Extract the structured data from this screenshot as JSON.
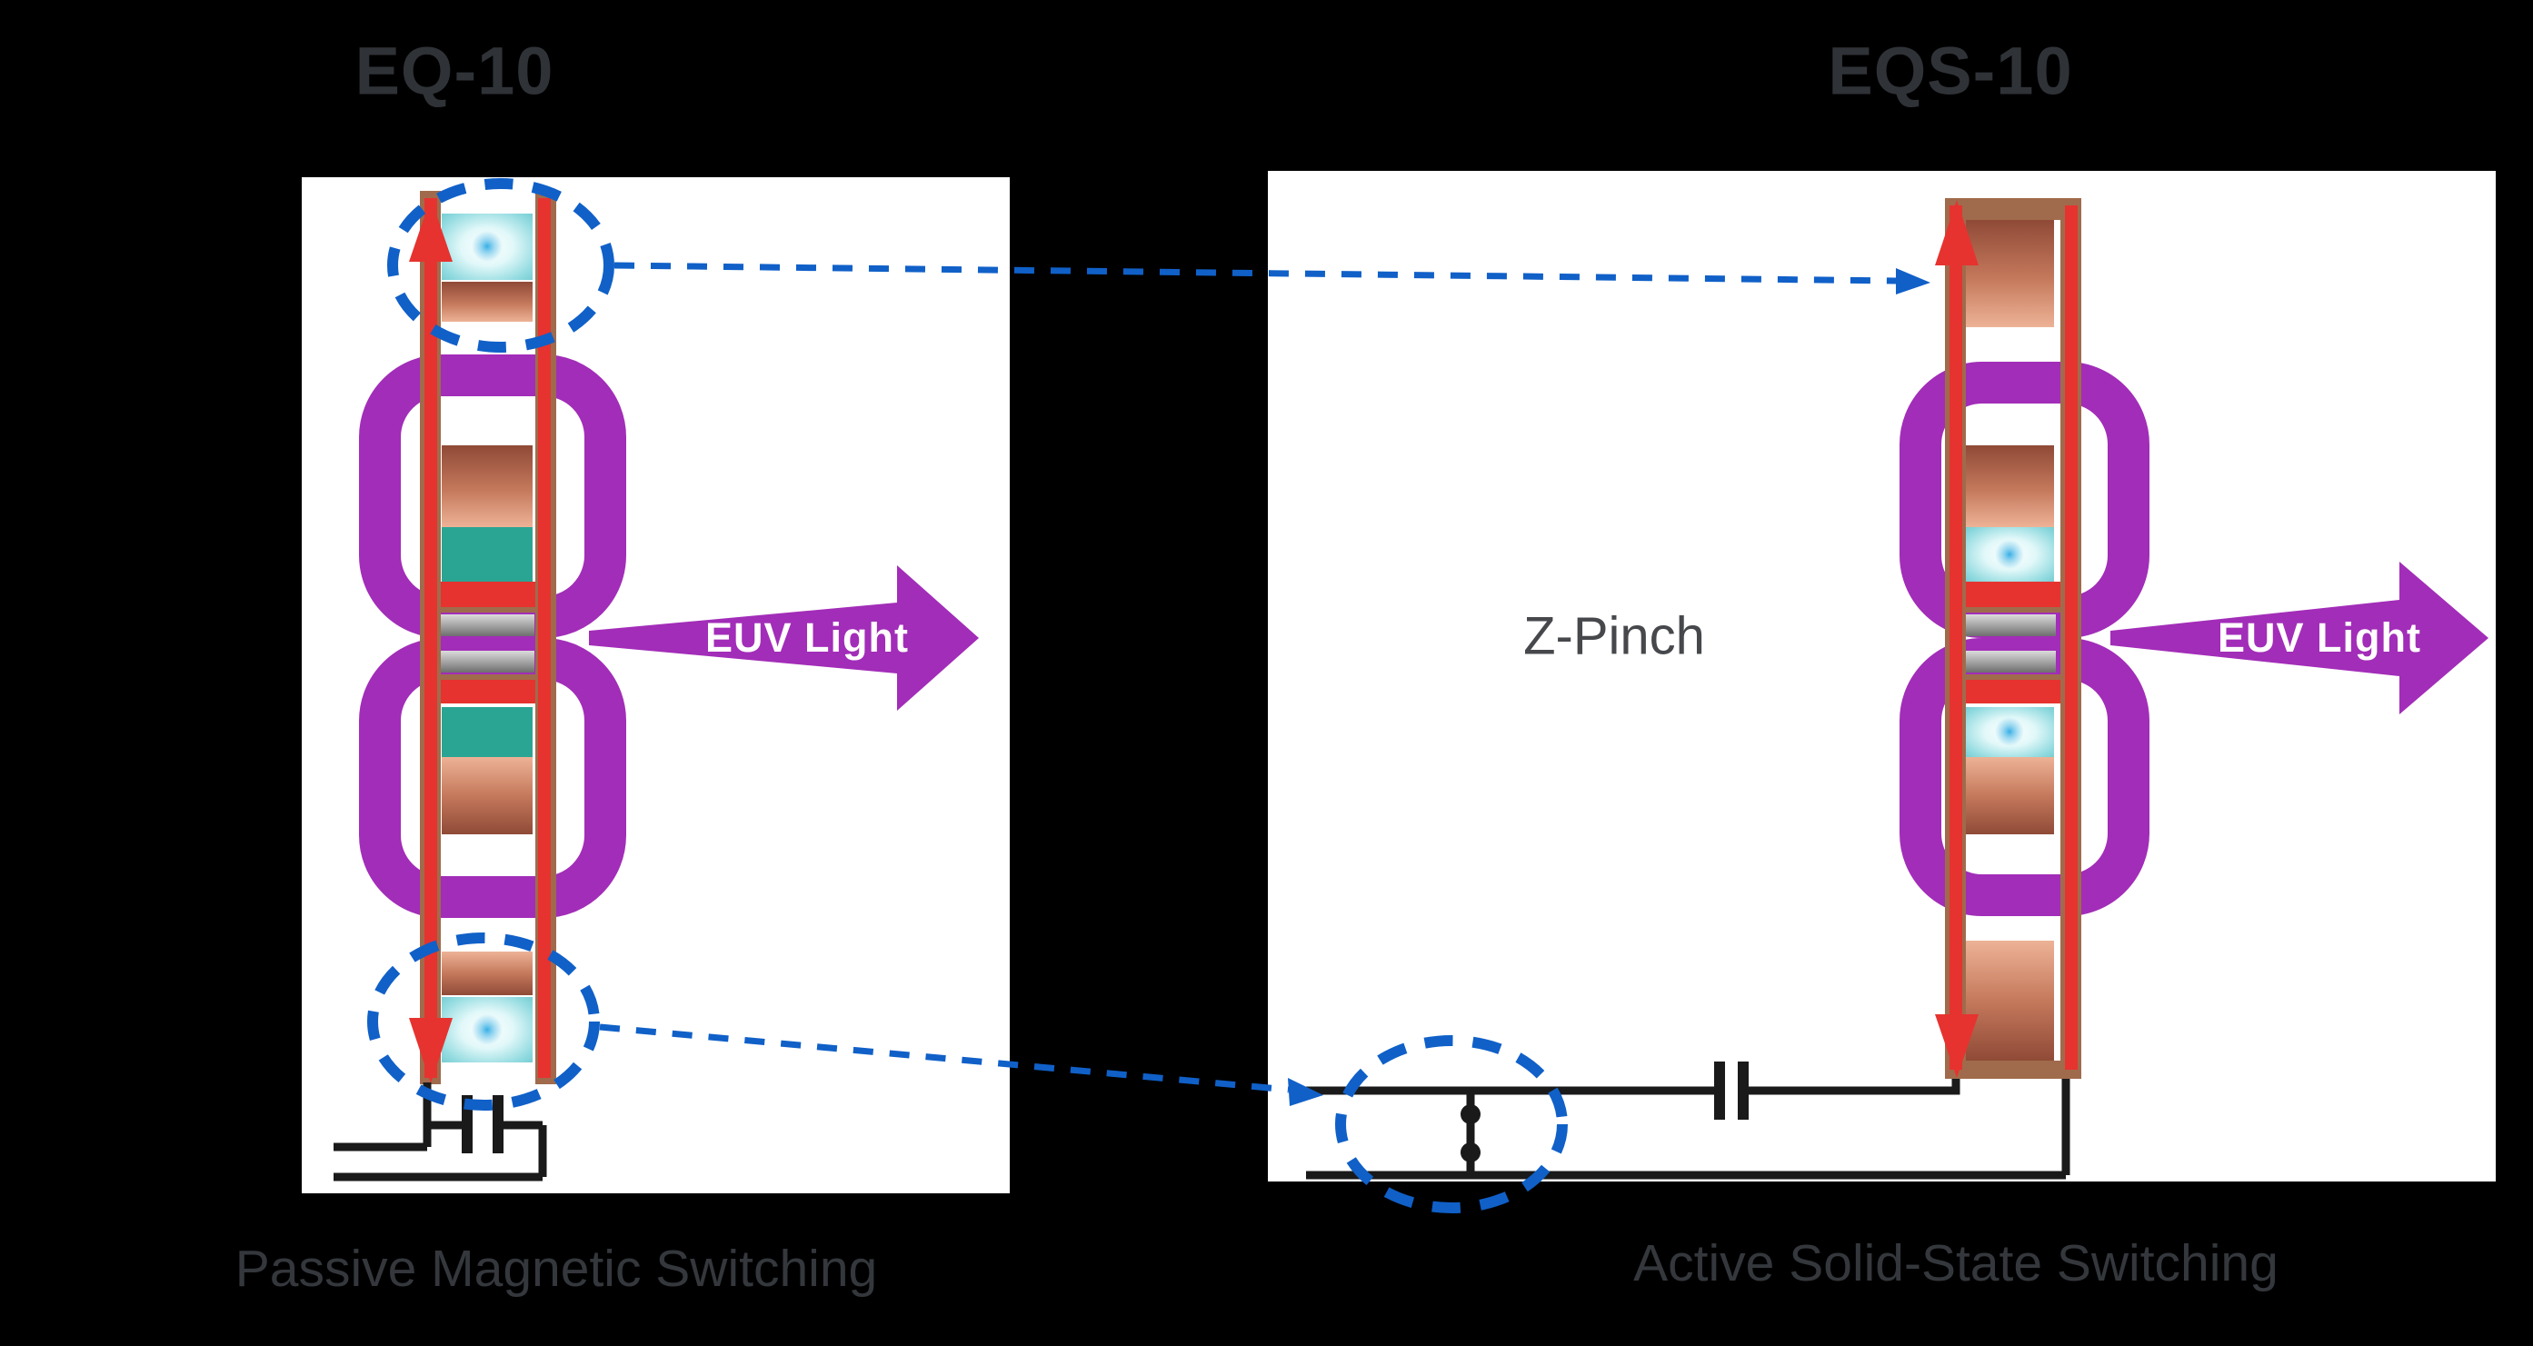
{
  "titles": {
    "left": "EQ-10",
    "right": "EQS-10"
  },
  "captions": {
    "left": "Passive Magnetic Switching",
    "right": "Active Solid-State Switching"
  },
  "labels": {
    "z_pinch": "Z-Pinch",
    "euv_left": "EUV Light",
    "euv_right": "EUV Light"
  },
  "colors": {
    "background": "#000000",
    "panel": "#FFFFFF",
    "title_gray": "#2F3237",
    "caption_gray": "#34373C",
    "magnet_purple": "#A22DB8",
    "euv_arrow_purple": "#A22DB8",
    "coil_red": "#E6332F",
    "coil_brown": "#A06B4C",
    "copper_dark": "#8F4A37",
    "copper_light": "#EDB296",
    "plasma_teal": "#2BA593",
    "plasma_cyan": "#7FD6DA",
    "highlight_blue": "#1060C8",
    "wire_black": "#1A1A1A",
    "electrode_gray": "#9A9A9A"
  }
}
